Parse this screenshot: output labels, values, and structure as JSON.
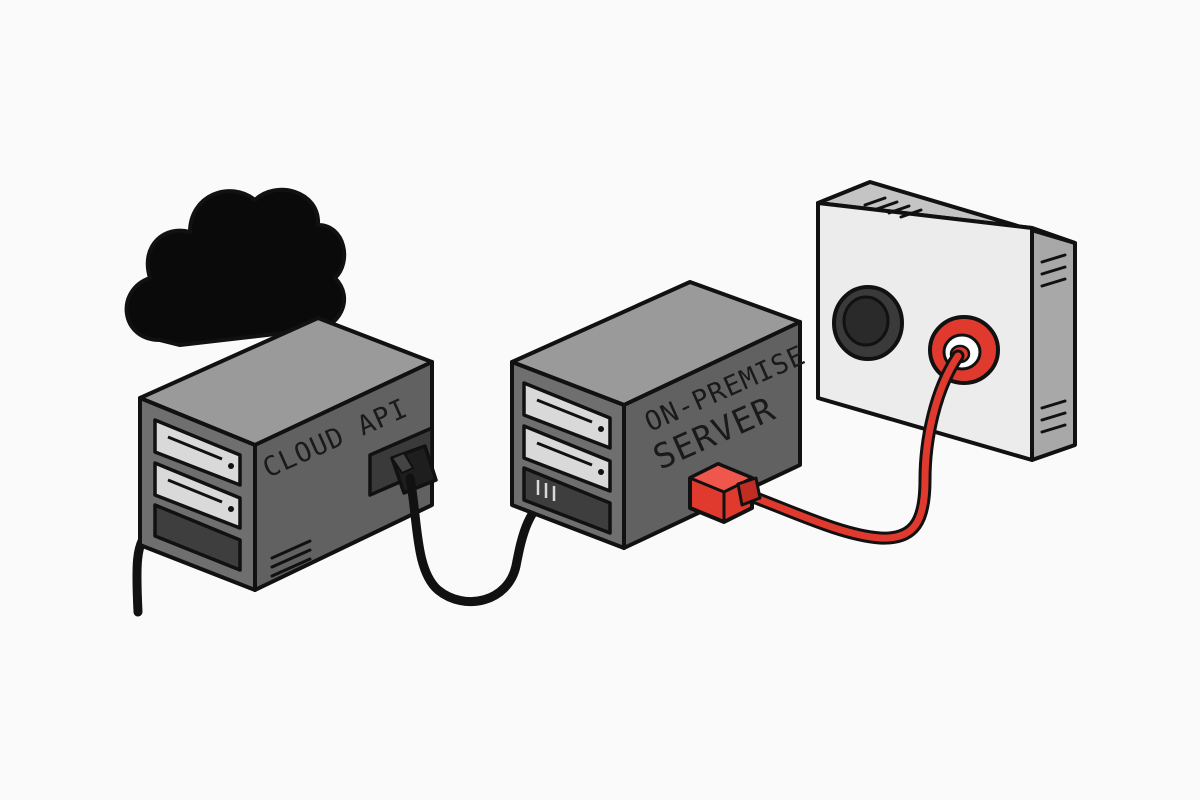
{
  "labels": {
    "cloud_server": "CLOUD API",
    "onprem_line1": "ON-PREMISE",
    "onprem_line2": "SERVER"
  },
  "colors": {
    "background": "#fafafa",
    "outline": "#111111",
    "server_front": "#6f6f6f",
    "server_top": "#9a9a9a",
    "server_side": "#555555",
    "panel_face": "#ececec",
    "panel_side": "#a8a8a8",
    "accent_red": "#e03a2f",
    "cloud": "#0a0a0a"
  },
  "icons": {
    "cloud": "cloud-icon",
    "wall_panel": "wall-port-panel",
    "plug": "ethernet-plug"
  }
}
